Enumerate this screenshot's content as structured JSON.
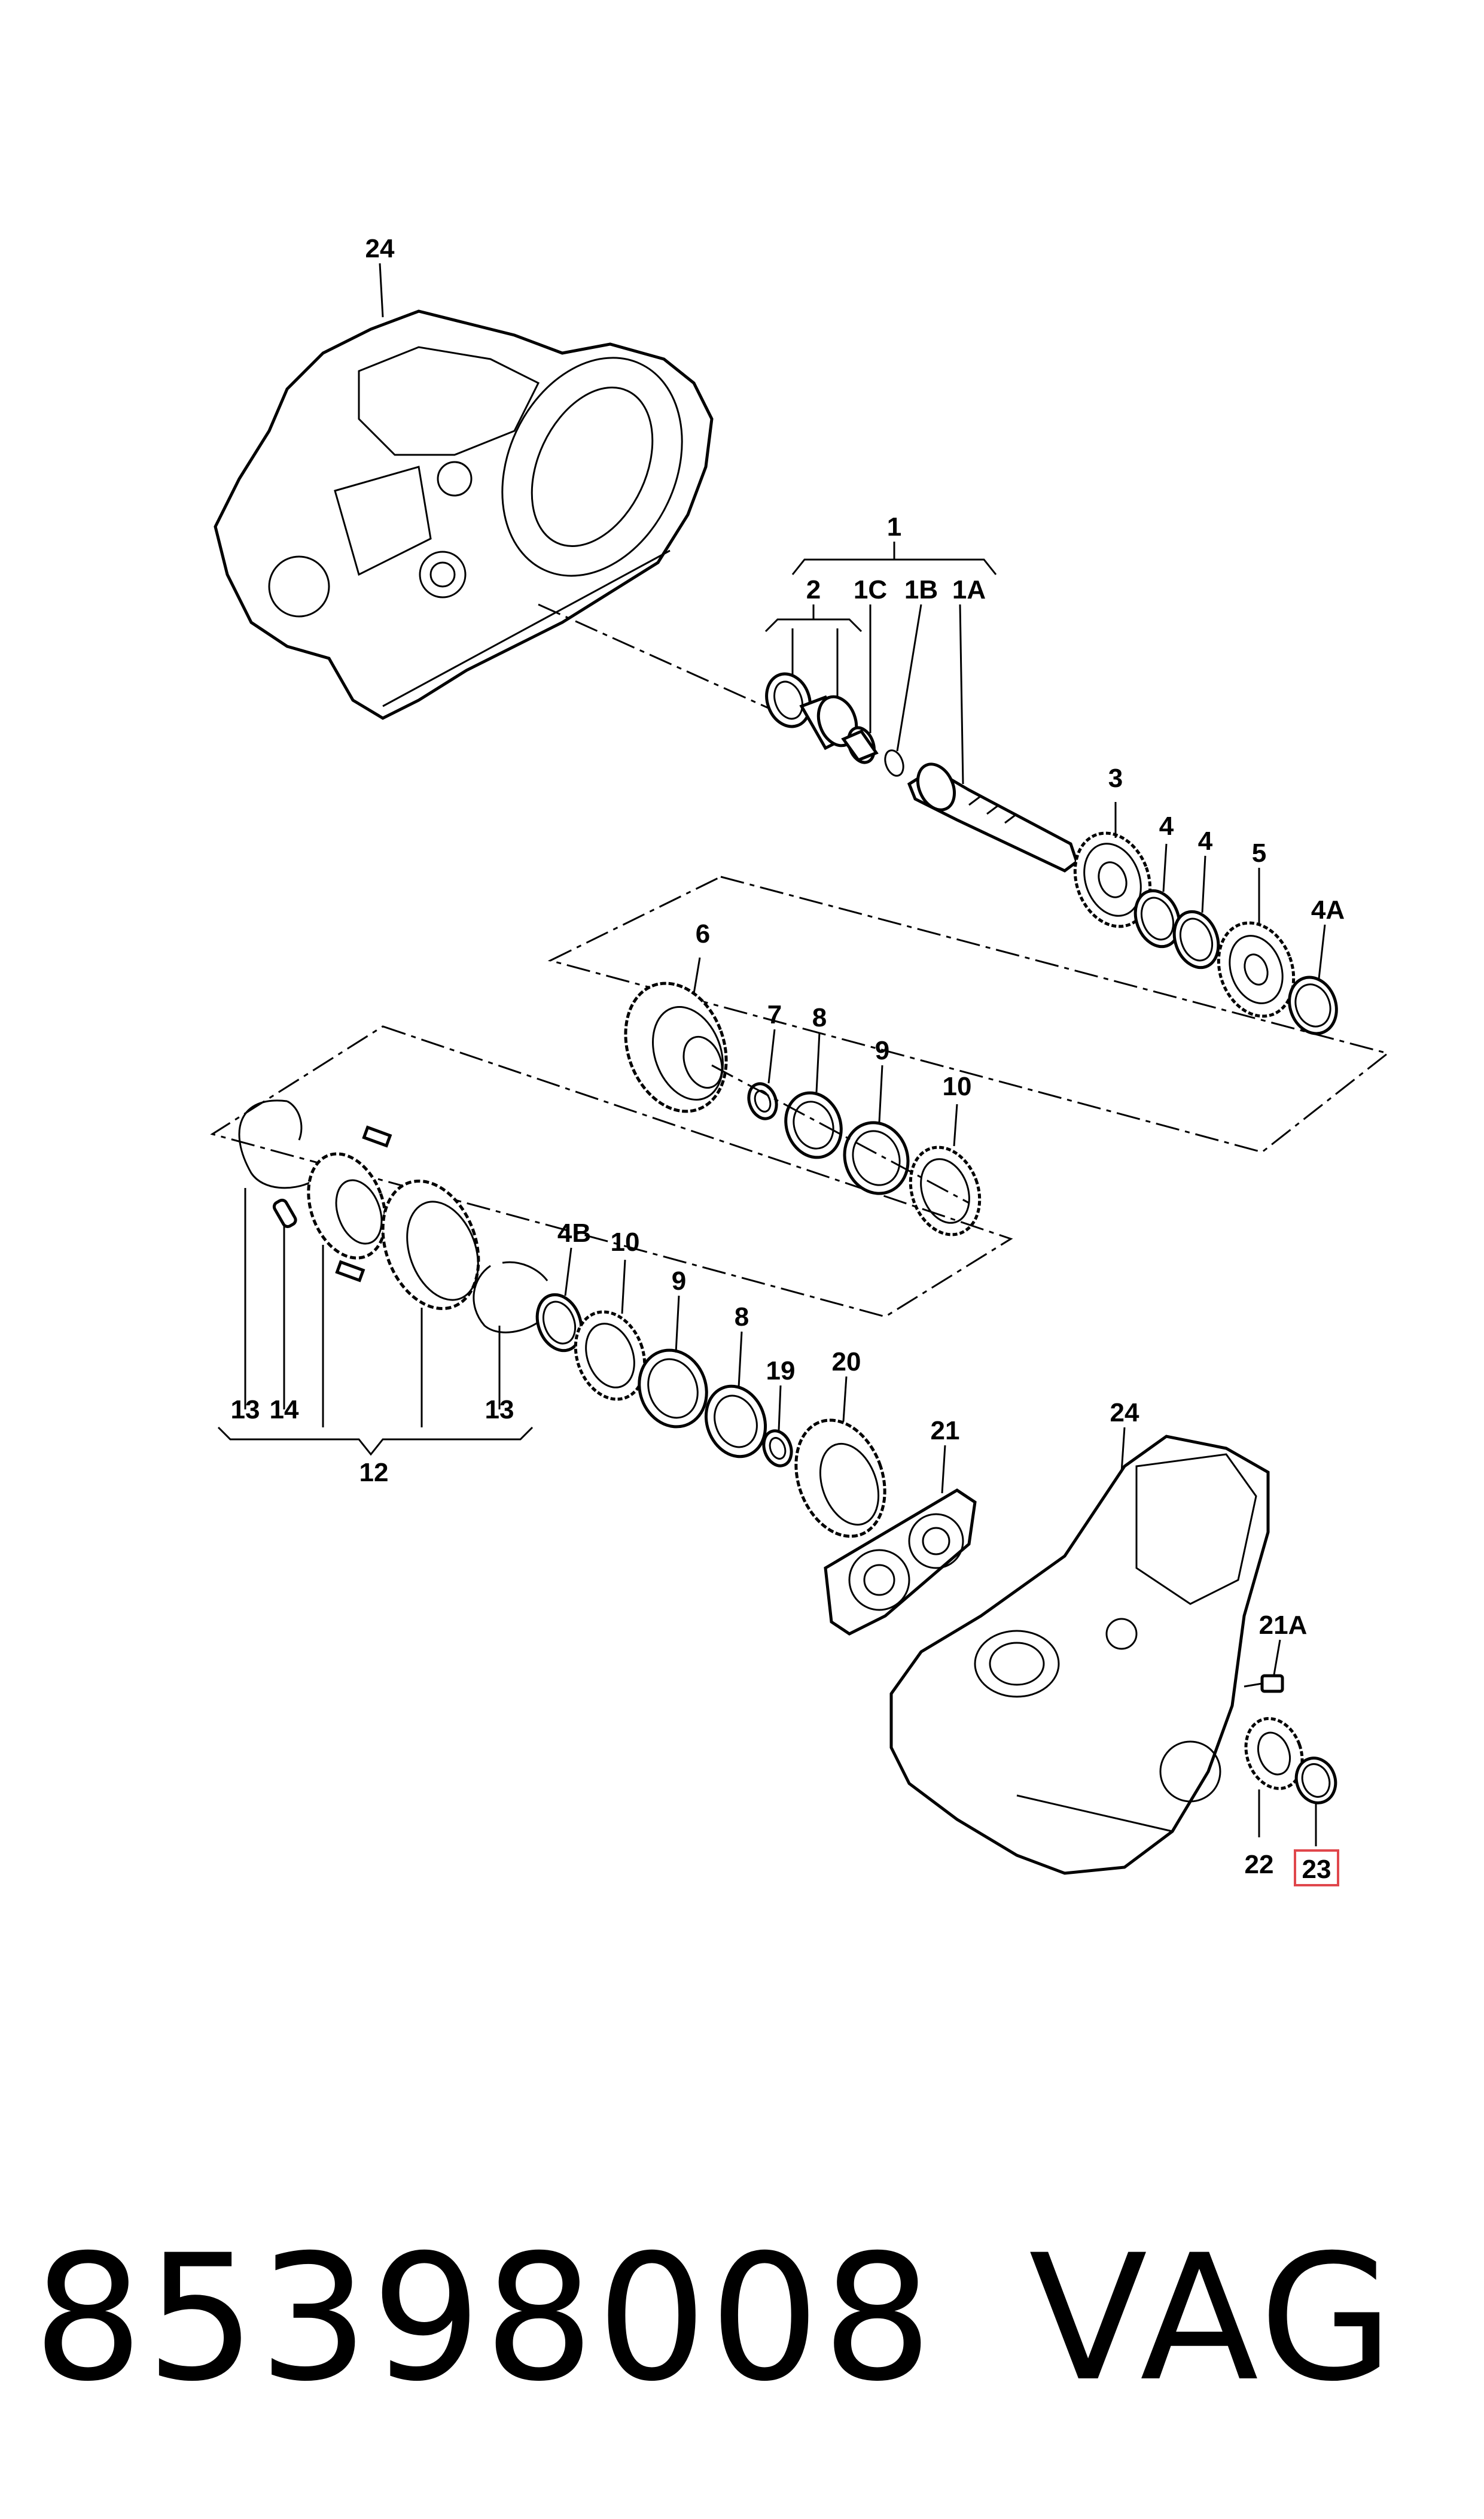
{
  "labels": {
    "l1": "1",
    "l2": "2",
    "l1C": "1C",
    "l1B": "1B",
    "l1A": "1A",
    "l3": "3",
    "l4a": "4",
    "l4b": "4",
    "l5": "5",
    "l4A": "4A",
    "l6": "6",
    "l7": "7",
    "l8a": "8",
    "l9a": "9",
    "l10a": "10",
    "l4B": "4B",
    "l10b": "10",
    "l9b": "9",
    "l8b": "8",
    "l19": "19",
    "l20": "20",
    "l21": "21",
    "l24a": "24",
    "l24b": "24",
    "l21A": "21A",
    "l13a": "13",
    "l14": "14",
    "l13b": "13",
    "l12": "12",
    "l22": "22",
    "l23": "23"
  },
  "highlight_color": "#e0474c",
  "footer": {
    "part_number": "85398008",
    "brand": "VAG"
  }
}
